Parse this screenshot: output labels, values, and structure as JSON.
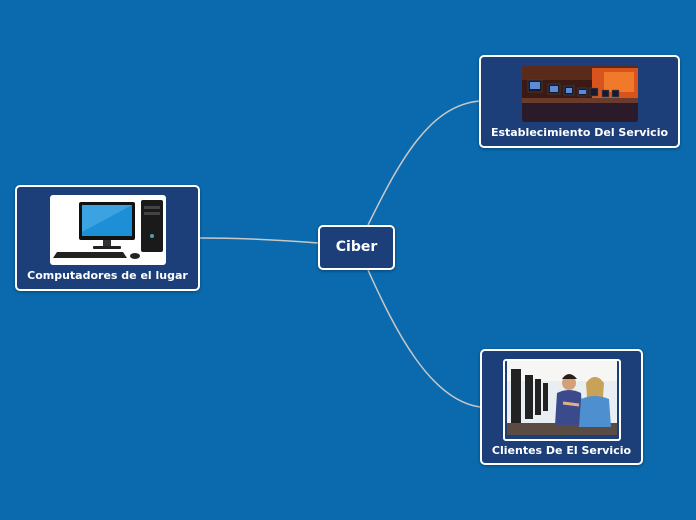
{
  "diagram": {
    "background_color": "#0a6aad",
    "node_color": "#1d3f79",
    "connector_color": "#c8c8c8",
    "center": {
      "label": "Ciber"
    },
    "branches": [
      {
        "label": "Establecimiento Del Servicio",
        "image": "internet-cafe-photo"
      },
      {
        "label": "Computadores de el lugar",
        "image": "desktop-computer-photo"
      },
      {
        "label": "Clientes De El Servicio",
        "image": "people-at-computers-photo"
      }
    ]
  }
}
